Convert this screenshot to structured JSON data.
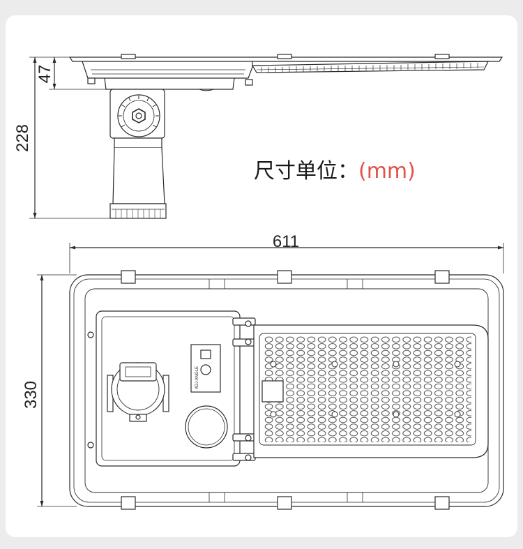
{
  "dimensions": {
    "side_flange_height": "47",
    "side_total_height": "228",
    "top_width": "611",
    "top_height": "330"
  },
  "unit": {
    "label": "尺寸单位：",
    "value": "(mm)"
  },
  "mount_label": "ADJ ANGLE",
  "colors": {
    "line": "#2a2a2a",
    "accent": "#e0524a"
  }
}
